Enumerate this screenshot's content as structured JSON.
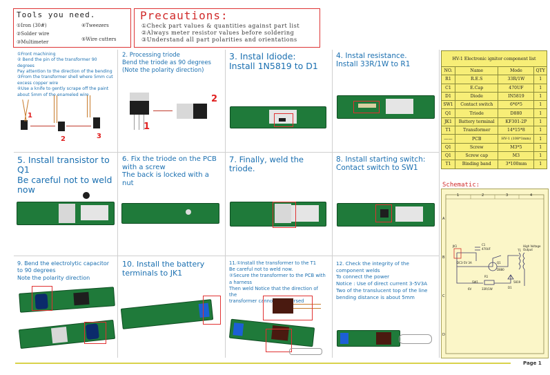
{
  "tools": {
    "title": "Tools you need.",
    "items": [
      "①Iron (30#)",
      "②Solder wire",
      "③Multimeter",
      "④Tweezers",
      "⑤Wire cutters"
    ]
  },
  "precautions": {
    "title": "Precautions:",
    "lines": [
      "①Check part values & quantities against part list",
      "②Always meter resistor values before soldering",
      "③Understand all part polarities and orientations"
    ]
  },
  "steps": [
    {
      "caption": "①Front machining\n② Bend the pin of the transformer 90 degrees\n   Pay attention to the direction of the bending\n③From the transformer shell where 5mm cut excess copper wire\n④Use a knife to gently scrape off the paint about 5mm of the enameled wire",
      "labels": [
        "1",
        "2",
        "3"
      ]
    },
    {
      "caption": "2. Processing triode\n Bend the triode as 90 degrees\n (Note the polarity direction)",
      "labels": [
        "1",
        "2"
      ]
    },
    {
      "caption": "3. Instal Idiode:\nInstall 1N5819 to D1"
    },
    {
      "caption": "4. Instal resistance.\nInstall 33R/1W to R1"
    },
    {
      "caption": "5. Install transistor to Q1\n Be careful not to weld now"
    },
    {
      "caption": "6. Fix the triode on the PCB\n   with a screw\nThe back is locked with a nut"
    },
    {
      "caption": "7. Finally, weld the triode."
    },
    {
      "caption": "8. Install starting switch:\nContact switch to SW1"
    },
    {
      "caption": "9. Bend the electrolytic capacitor to 90 degrees\nNote the polarity direction"
    },
    {
      "caption": "10. Install the battery terminals to  JK1"
    },
    {
      "caption": "11.①Install the transformer to the T1\n   Be careful not to weld now.\n②Secure the transformer to the PCB with a harness\nThen weld Notice that the direction of the\ntransformer cannot be reversed"
    },
    {
      "caption": "12. Check the integrity of the component welds\nTo connect the power\nNotice : Use of direct current 3-5V3A\nTwo of the translucent top of the line\nbending distance is about 5mm"
    }
  ],
  "component_list": {
    "title": "HV-1 Electronic ignitor component list",
    "headers": [
      "NO.",
      "Name",
      "Mode",
      "QTY"
    ],
    "rows": [
      [
        "R1",
        "R.E.S",
        "33R/1W",
        "1"
      ],
      [
        "C1",
        "E.Cap",
        "470UF",
        "1"
      ],
      [
        "D1",
        "Diode",
        "IN5819",
        "1"
      ],
      [
        "SW1",
        "Contact switch",
        "6*6*5",
        "1"
      ],
      [
        "Q1",
        "Triode",
        "D880",
        "1"
      ],
      [
        "JK1",
        "Battery terminal",
        "KF301-2P",
        "1"
      ],
      [
        "T1",
        "Transformer",
        "14*15*8",
        "1"
      ],
      [
        "——",
        "PCB",
        "HV-1 (108*1mm)",
        "1"
      ],
      [
        "Q1",
        "Screw",
        "M3*5",
        "1"
      ],
      [
        "Q1",
        "Screw cap",
        "M3",
        "1"
      ],
      [
        "T1",
        "Binding band",
        "3*100mm",
        "1"
      ]
    ]
  },
  "schematic": {
    "label": "Schematic:",
    "cols": [
      "1",
      "2",
      "3",
      "4"
    ],
    "rows": [
      "A",
      "B",
      "C",
      "D"
    ],
    "parts": [
      "C1",
      "470UF",
      "R1",
      "33R/1W",
      "D1",
      "Q1",
      "D880",
      "T1",
      "SW1",
      "JK1",
      "DC3-5V 3A",
      "High Voltage Output",
      "5819",
      "6V"
    ]
  },
  "footer": {
    "page": "Page 1"
  }
}
